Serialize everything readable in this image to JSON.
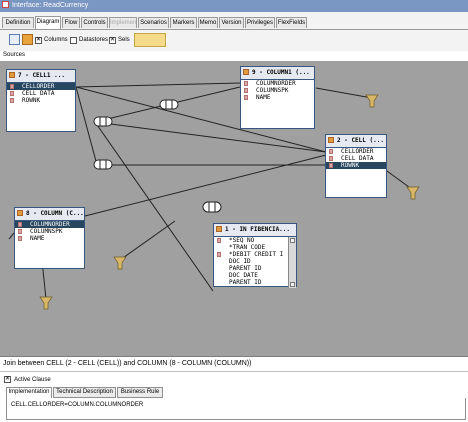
{
  "window": {
    "title": "Interface: ReadCurrency"
  },
  "tabs": [
    {
      "label": "Definition"
    },
    {
      "label": "Diagram"
    },
    {
      "label": "Flow"
    },
    {
      "label": "Controls"
    },
    {
      "label": "Implementation"
    },
    {
      "label": "Scenarios"
    },
    {
      "label": "Markers"
    },
    {
      "label": "Memo"
    },
    {
      "label": "Version"
    },
    {
      "label": "Privileges"
    },
    {
      "label": "FlexFields"
    }
  ],
  "toolbar": {
    "columns_label": "Columns",
    "datastores_label": "Datastores",
    "sels_label": "Sels"
  },
  "diagram": {
    "sources_label": "Sources",
    "entities": [
      {
        "title": "7 - CELL1 ...",
        "rows": [
          "CELLORDER",
          "CELL DATA",
          "ROWNK"
        ]
      },
      {
        "title": "9 - COLUMN1 (...",
        "rows": [
          "COLUMNORDER",
          "COLUMNSPK",
          "NAME"
        ]
      },
      {
        "title": "2 - CELL (...",
        "rows": [
          "CELLORDER",
          "CELL DATA",
          "ROWNK"
        ]
      },
      {
        "title": "8 - COLUMN (C...",
        "rows": [
          "COLUMNORDER",
          "COLUMNSPK",
          "NAME"
        ]
      },
      {
        "title": "1 - IN FIBENCIA...",
        "rows": [
          "*SEQ NO",
          "*TRAN CODE",
          "*DEBIT CREDIT I",
          "DOC ID",
          "PARENT ID",
          "DOC DATE",
          "PARENT ID"
        ]
      }
    ]
  },
  "bottom_panel": {
    "join_title": "Join between CELL (2 - CELL (CELL)) and COLUMN (8 - COLUMN (COLUMN))",
    "active_clause_label": "Active Clause",
    "tabs": [
      {
        "label": "Implementation"
      },
      {
        "label": "Technical Description"
      },
      {
        "label": "Business Rule"
      }
    ],
    "clause_text": "CELL.CELLORDER=COLUMN.COLUMNORDER"
  },
  "colors": {
    "title_bar": "#7a96c2",
    "canvas": "#a0a0a0",
    "selected_row": "#27465f",
    "entity_border": "#38577f"
  }
}
